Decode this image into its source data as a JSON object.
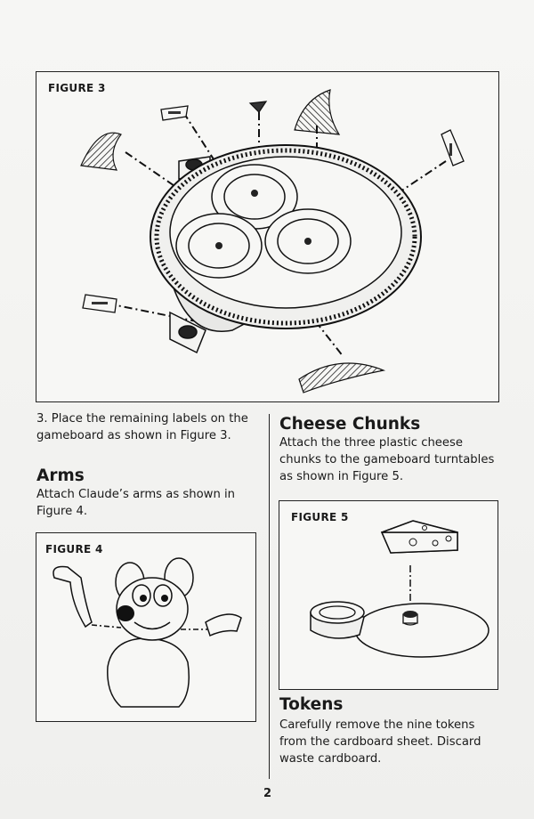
{
  "figures": {
    "fig3_label": "FIGURE 3",
    "fig4_label": "FIGURE 4",
    "fig5_label": "FIGURE 5"
  },
  "left_column": {
    "step3_text_line1": "3. Place the remaining labels on the",
    "step3_text_line2": "gameboard as shown in Figure 3.",
    "arms_heading": "Arms",
    "arms_text_line1": "Attach Claude’s arms as shown in",
    "arms_text_line2": "Figure 4."
  },
  "right_column": {
    "cheese_heading": "Cheese Chunks",
    "cheese_text_line1": "Attach the three plastic cheese",
    "cheese_text_line2": "chunks to the gameboard turntables",
    "cheese_text_line3": "as shown in Figure 5.",
    "tokens_heading": "Tokens",
    "tokens_text_line1": "Carefully remove the nine tokens",
    "tokens_text_line2": "from the cardboard sheet. Discard",
    "tokens_text_line3": "waste cardboard."
  },
  "page_number": "2"
}
